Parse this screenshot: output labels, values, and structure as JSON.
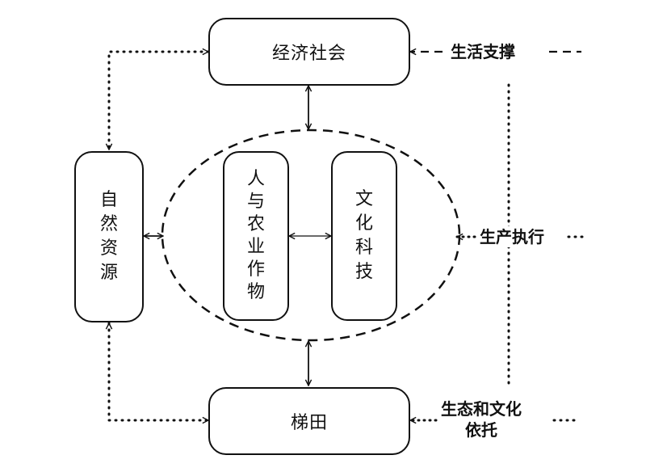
{
  "nodes": {
    "economy_society": "经济社会",
    "natural_resources": "自然资源",
    "people_crops": "人与农业作物",
    "culture_tech": "文化科技",
    "terraces": "梯田"
  },
  "side_labels": {
    "life_support": "生活支撑",
    "production": "生产执行",
    "ecology_culture_line1": "生态和文化",
    "ecology_culture_line2": "依托"
  }
}
